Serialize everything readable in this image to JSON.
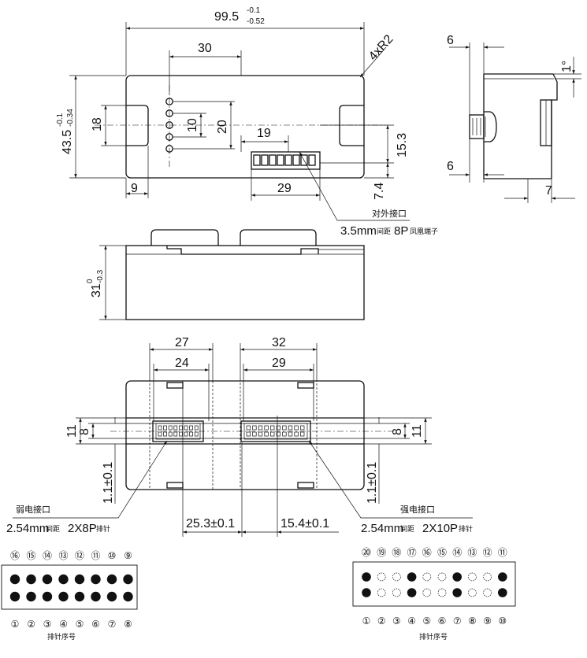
{
  "top_view": {
    "dim_width": "99.5",
    "dim_width_upper": "-0.1",
    "dim_width_lower": "-0.52",
    "dim_30": "30",
    "dim_radius": "4xR2",
    "dim_height": "43.5",
    "dim_height_upper": "-0.1",
    "dim_height_lower": "-0.34",
    "dim_18": "18",
    "dim_10": "10",
    "dim_20": "20",
    "dim_19": "19",
    "dim_15_3": "15.3",
    "dim_9": "9",
    "dim_29": "29",
    "dim_7_4": "7.4",
    "label_ext": "对外接口",
    "label_terminal_size": "3.5mm",
    "label_terminal_pitch": "间距",
    "label_terminal_8p": "8P",
    "label_terminal_type": "凤凰端子"
  },
  "side_view": {
    "dim_6_top": "6",
    "dim_angle": "1°",
    "dim_6_bottom": "6",
    "dim_7": "7"
  },
  "front_view": {
    "dim_31": "31",
    "dim_31_upper": "0",
    "dim_31_lower": "-0.3"
  },
  "bottom_view": {
    "dim_27": "27",
    "dim_24": "24",
    "dim_32": "32",
    "dim_29": "29",
    "dim_11_left": "11",
    "dim_8_left": "8",
    "dim_8_right": "8",
    "dim_11_right": "11",
    "dim_1_1_left": "1.1±0.1",
    "dim_1_1_right": "1.1±0.1",
    "dim_25_3": "25.3±0.1",
    "dim_15_4": "15.4±0.1"
  },
  "weak_connector": {
    "title": "弱电接口",
    "spec_size": "2.54mm",
    "spec_pitch": "间距",
    "spec_type": "2X8P",
    "spec_suffix": "排针",
    "top_numbers": [
      "⑯",
      "⑮",
      "⑭",
      "⑬",
      "⑫",
      "⑪",
      "⑩",
      "⑨"
    ],
    "bottom_numbers": [
      "①",
      "②",
      "③",
      "④",
      "⑤",
      "⑥",
      "⑦",
      "⑧"
    ],
    "caption": "排针序号"
  },
  "strong_connector": {
    "title": "强电接口",
    "spec_size": "2.54mm",
    "spec_pitch": "间距",
    "spec_type": "2X10P",
    "spec_suffix": "排针",
    "top_numbers": [
      "⑳",
      "⑲",
      "⑱",
      "⑰",
      "⑯",
      "⑮",
      "⑭",
      "⑬",
      "⑫",
      "⑪"
    ],
    "bottom_numbers": [
      "①",
      "②",
      "③",
      "④",
      "⑤",
      "⑥",
      "⑦",
      "⑧",
      "⑨",
      "⑩"
    ],
    "caption": "排针序号"
  }
}
